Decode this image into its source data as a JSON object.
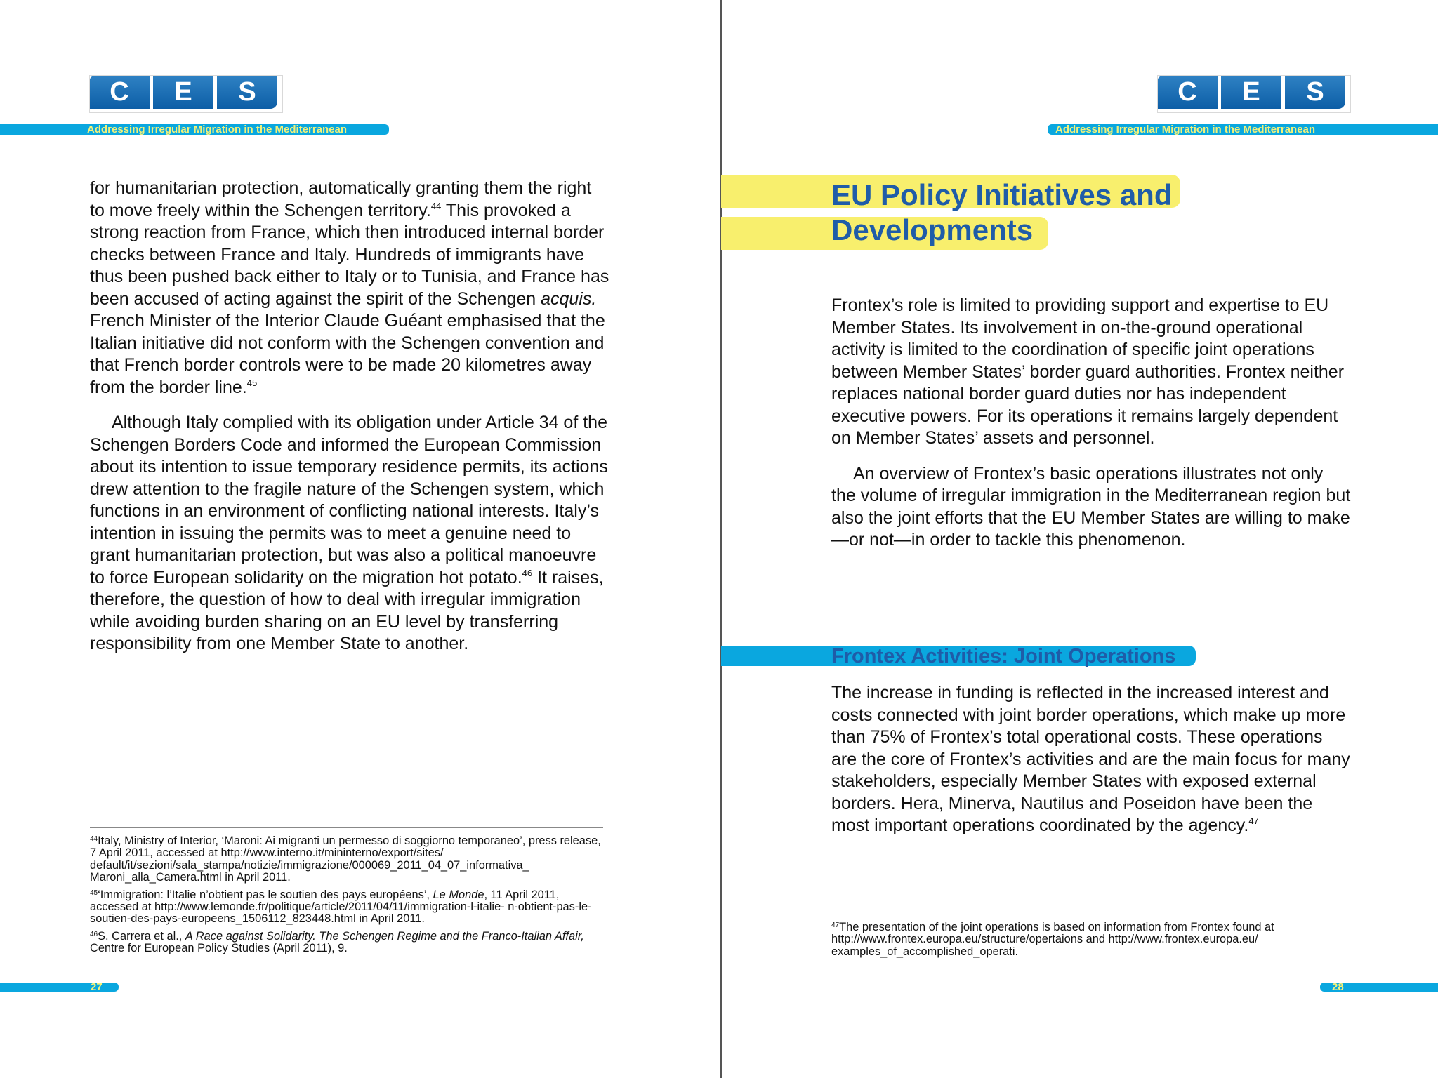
{
  "logo": {
    "letters": [
      "C",
      "E",
      "S"
    ]
  },
  "running_header": "Addressing Irregular Migration in the Mediterranean",
  "left_page": {
    "p1": {
      "a": "for humanitarian protection, automatically granting them the right to move freely within the Schengen territory.",
      "n44": "44",
      "b": " This provoked a strong reaction from France, which then introduced internal border checks between France and Italy. Hundreds of immigrants have thus been pushed back either to Italy or to Tunisia, and France has been accused of acting against the spirit of the Schengen ",
      "acquis": "acquis.",
      "c": " French Minister of the Interior Claude Guéant emphasised that the Italian initiative did not conform with the Schengen convention and that French border controls were to be made 20 kilometres away from the border line.",
      "n45": "45"
    },
    "p2": {
      "a": "Although Italy complied with its obligation under Article 34 of the Schengen Borders Code and informed the European Commission about its intention to issue temporary residence permits, its actions drew attention to the fragile nature of the Schengen system, which functions in an environment of conflicting national interests. Italy’s intention in issuing the permits was to meet a genuine need to grant humanitarian protection, but was also a political manoeuvre to force European solidarity on the migration hot potato.",
      "n46": "46",
      "b": " It raises, therefore, the question of how to deal with irregular immigration while avoiding burden sharing on an EU level by transferring responsibility from one Member State to another."
    },
    "footnotes": {
      "f44": {
        "num": "44",
        "text": "Italy, Ministry of Interior, ‘Maroni: Ai migranti un permesso di soggiorno temporaneo’, press release, 7 April 2011, accessed at http://www.interno.it/mininterno/export/sites/ default/it/sezioni/sala_stampa/notizie/immigrazione/000069_2011_04_07_informativa_ Maroni_alla_Camera.html in April 2011."
      },
      "f45": {
        "num": "45",
        "a": "‘Immigration: l’Italie n’obtient pas le soutien des pays européens’, ",
        "italic": "Le Monde",
        "b": ", 11 April 2011, accessed at http://www.lemonde.fr/politique/article/2011/04/11/immigration-l-italie- n-obtient-pas-le-soutien-des-pays-europeens_1506112_823448.html in April 2011."
      },
      "f46": {
        "num": "46",
        "a": "S. Carrera et al., ",
        "italic": "A Race against Solidarity. The Schengen Regime and the Franco-Italian Affair,",
        "b": " Centre for European Policy Studies (April 2011), 9."
      }
    },
    "page_number": "27"
  },
  "right_page": {
    "heading_line1": "EU Policy Initiatives and",
    "heading_line2": "Developments",
    "p1": "Frontex’s role is limited to providing support and expertise to EU Member States. Its involvement in on-the-ground operational activity is limited to the coordination of specific joint operations between Member States’ border guard authorities. Frontex neither replaces national border guard duties nor has independent executive powers. For its operations it remains largely dependent on Member States’ assets and personnel.",
    "p2": "An overview of Frontex’s basic operations illustrates not only the volume of irregular immigration in the Mediterranean region but also the joint efforts that the EU Member States are willing to make—or not—in order to tackle this phenomenon.",
    "subheading": "Frontex Activities: Joint Operations",
    "p3": {
      "a": "The increase in funding is reflected in the increased interest and costs connected with joint border operations, which make up more than 75% of Frontex’s total operational costs. These operations are the core of Frontex’s activities and are the main focus for many stakeholders, especially Member States with exposed external borders. Hera, Minerva, Nautilus and Poseidon have been the most important operations coordinated by the agency.",
      "n47": "47"
    },
    "footnotes": {
      "f47": {
        "num": "47",
        "text": "The presentation of the joint operations is based on information from Frontex found at http://www.frontex.europa.eu/structure/opertaions and http://www.frontex.europa.eu/ examples_of_accomplished_operati."
      }
    },
    "page_number": "28"
  },
  "colors": {
    "accent_blue": "#0aa7df",
    "heading_blue": "#1f5ca8",
    "highlight_yellow": "#f8ef6d",
    "band_text_yellow": "#f4f27a",
    "logo_blue": "#0d5ea6"
  }
}
